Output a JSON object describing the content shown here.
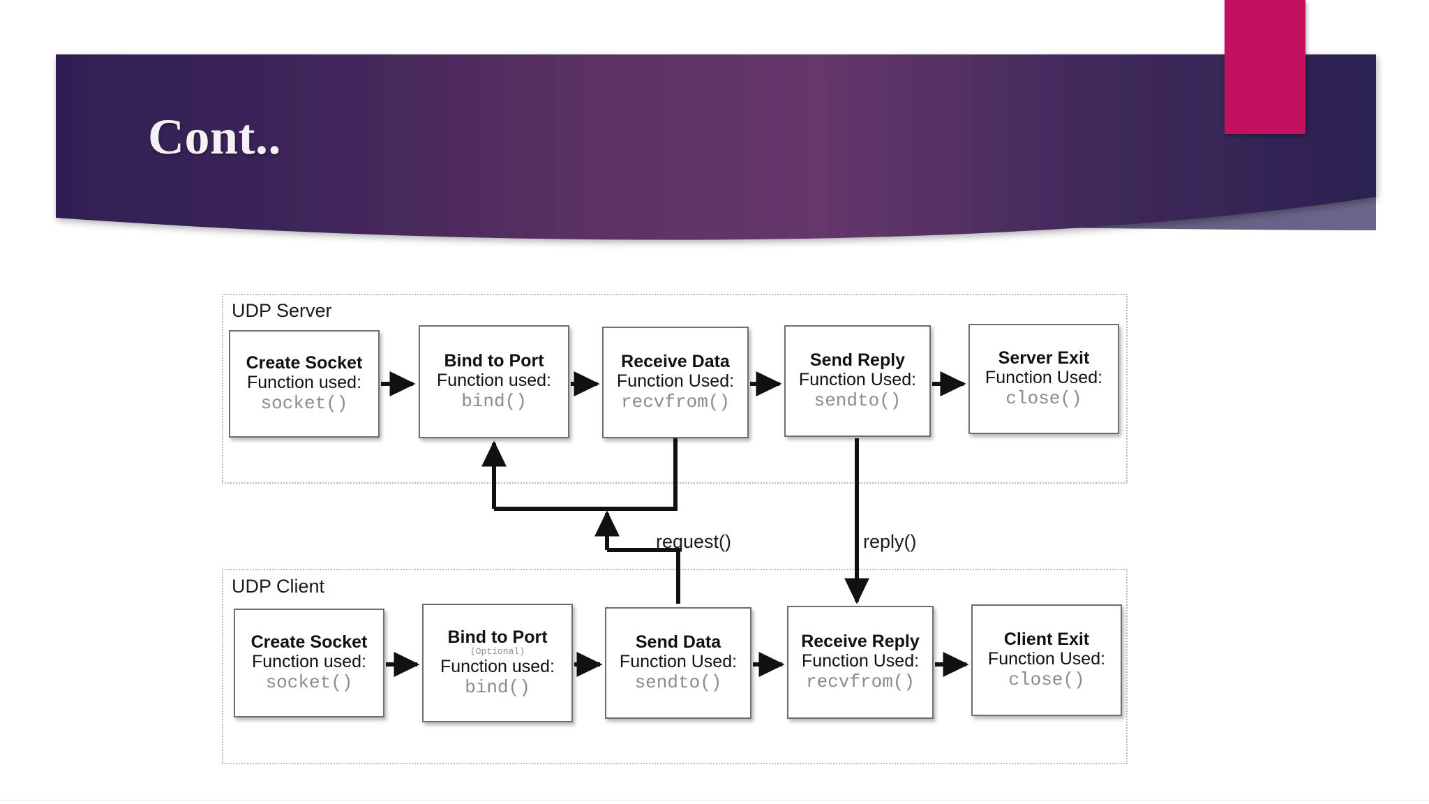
{
  "slide": {
    "title": "Cont..",
    "background_color": "#ffffff",
    "accent_color": "#c4115f",
    "banner_color_dark": "#2e1f52",
    "banner_color_mid": "#63356a",
    "banner_color_light": "#5d5a80"
  },
  "diagram": {
    "type": "flowchart",
    "groups": [
      {
        "name": "udp-server",
        "label": "UDP Server",
        "nodes": [
          {
            "title": "Create Socket",
            "optional": "",
            "sub": "Function used:",
            "fn": "socket()"
          },
          {
            "title": "Bind to Port",
            "optional": "",
            "sub": "Function used:",
            "fn": "bind()"
          },
          {
            "title": "Receive Data",
            "optional": "",
            "sub": "Function Used:",
            "fn": "recvfrom()"
          },
          {
            "title": "Send Reply",
            "optional": "",
            "sub": "Function Used:",
            "fn": "sendto()"
          },
          {
            "title": "Server Exit",
            "optional": "",
            "sub": "Function Used:",
            "fn": "close()"
          }
        ]
      },
      {
        "name": "udp-client",
        "label": "UDP Client",
        "nodes": [
          {
            "title": "Create Socket",
            "optional": "",
            "sub": "Function used:",
            "fn": "socket()"
          },
          {
            "title": "Bind to Port",
            "optional": "(Optional)",
            "sub": "Function used:",
            "fn": "bind()"
          },
          {
            "title": "Send Data",
            "optional": "",
            "sub": "Function Used:",
            "fn": "sendto()"
          },
          {
            "title": "Receive Reply",
            "optional": "",
            "sub": "Function Used:",
            "fn": "recvfrom()"
          },
          {
            "title": "Client Exit",
            "optional": "",
            "sub": "Function Used:",
            "fn": "close()"
          }
        ]
      }
    ],
    "edge_labels": {
      "request": "request()",
      "reply": "reply()"
    }
  }
}
